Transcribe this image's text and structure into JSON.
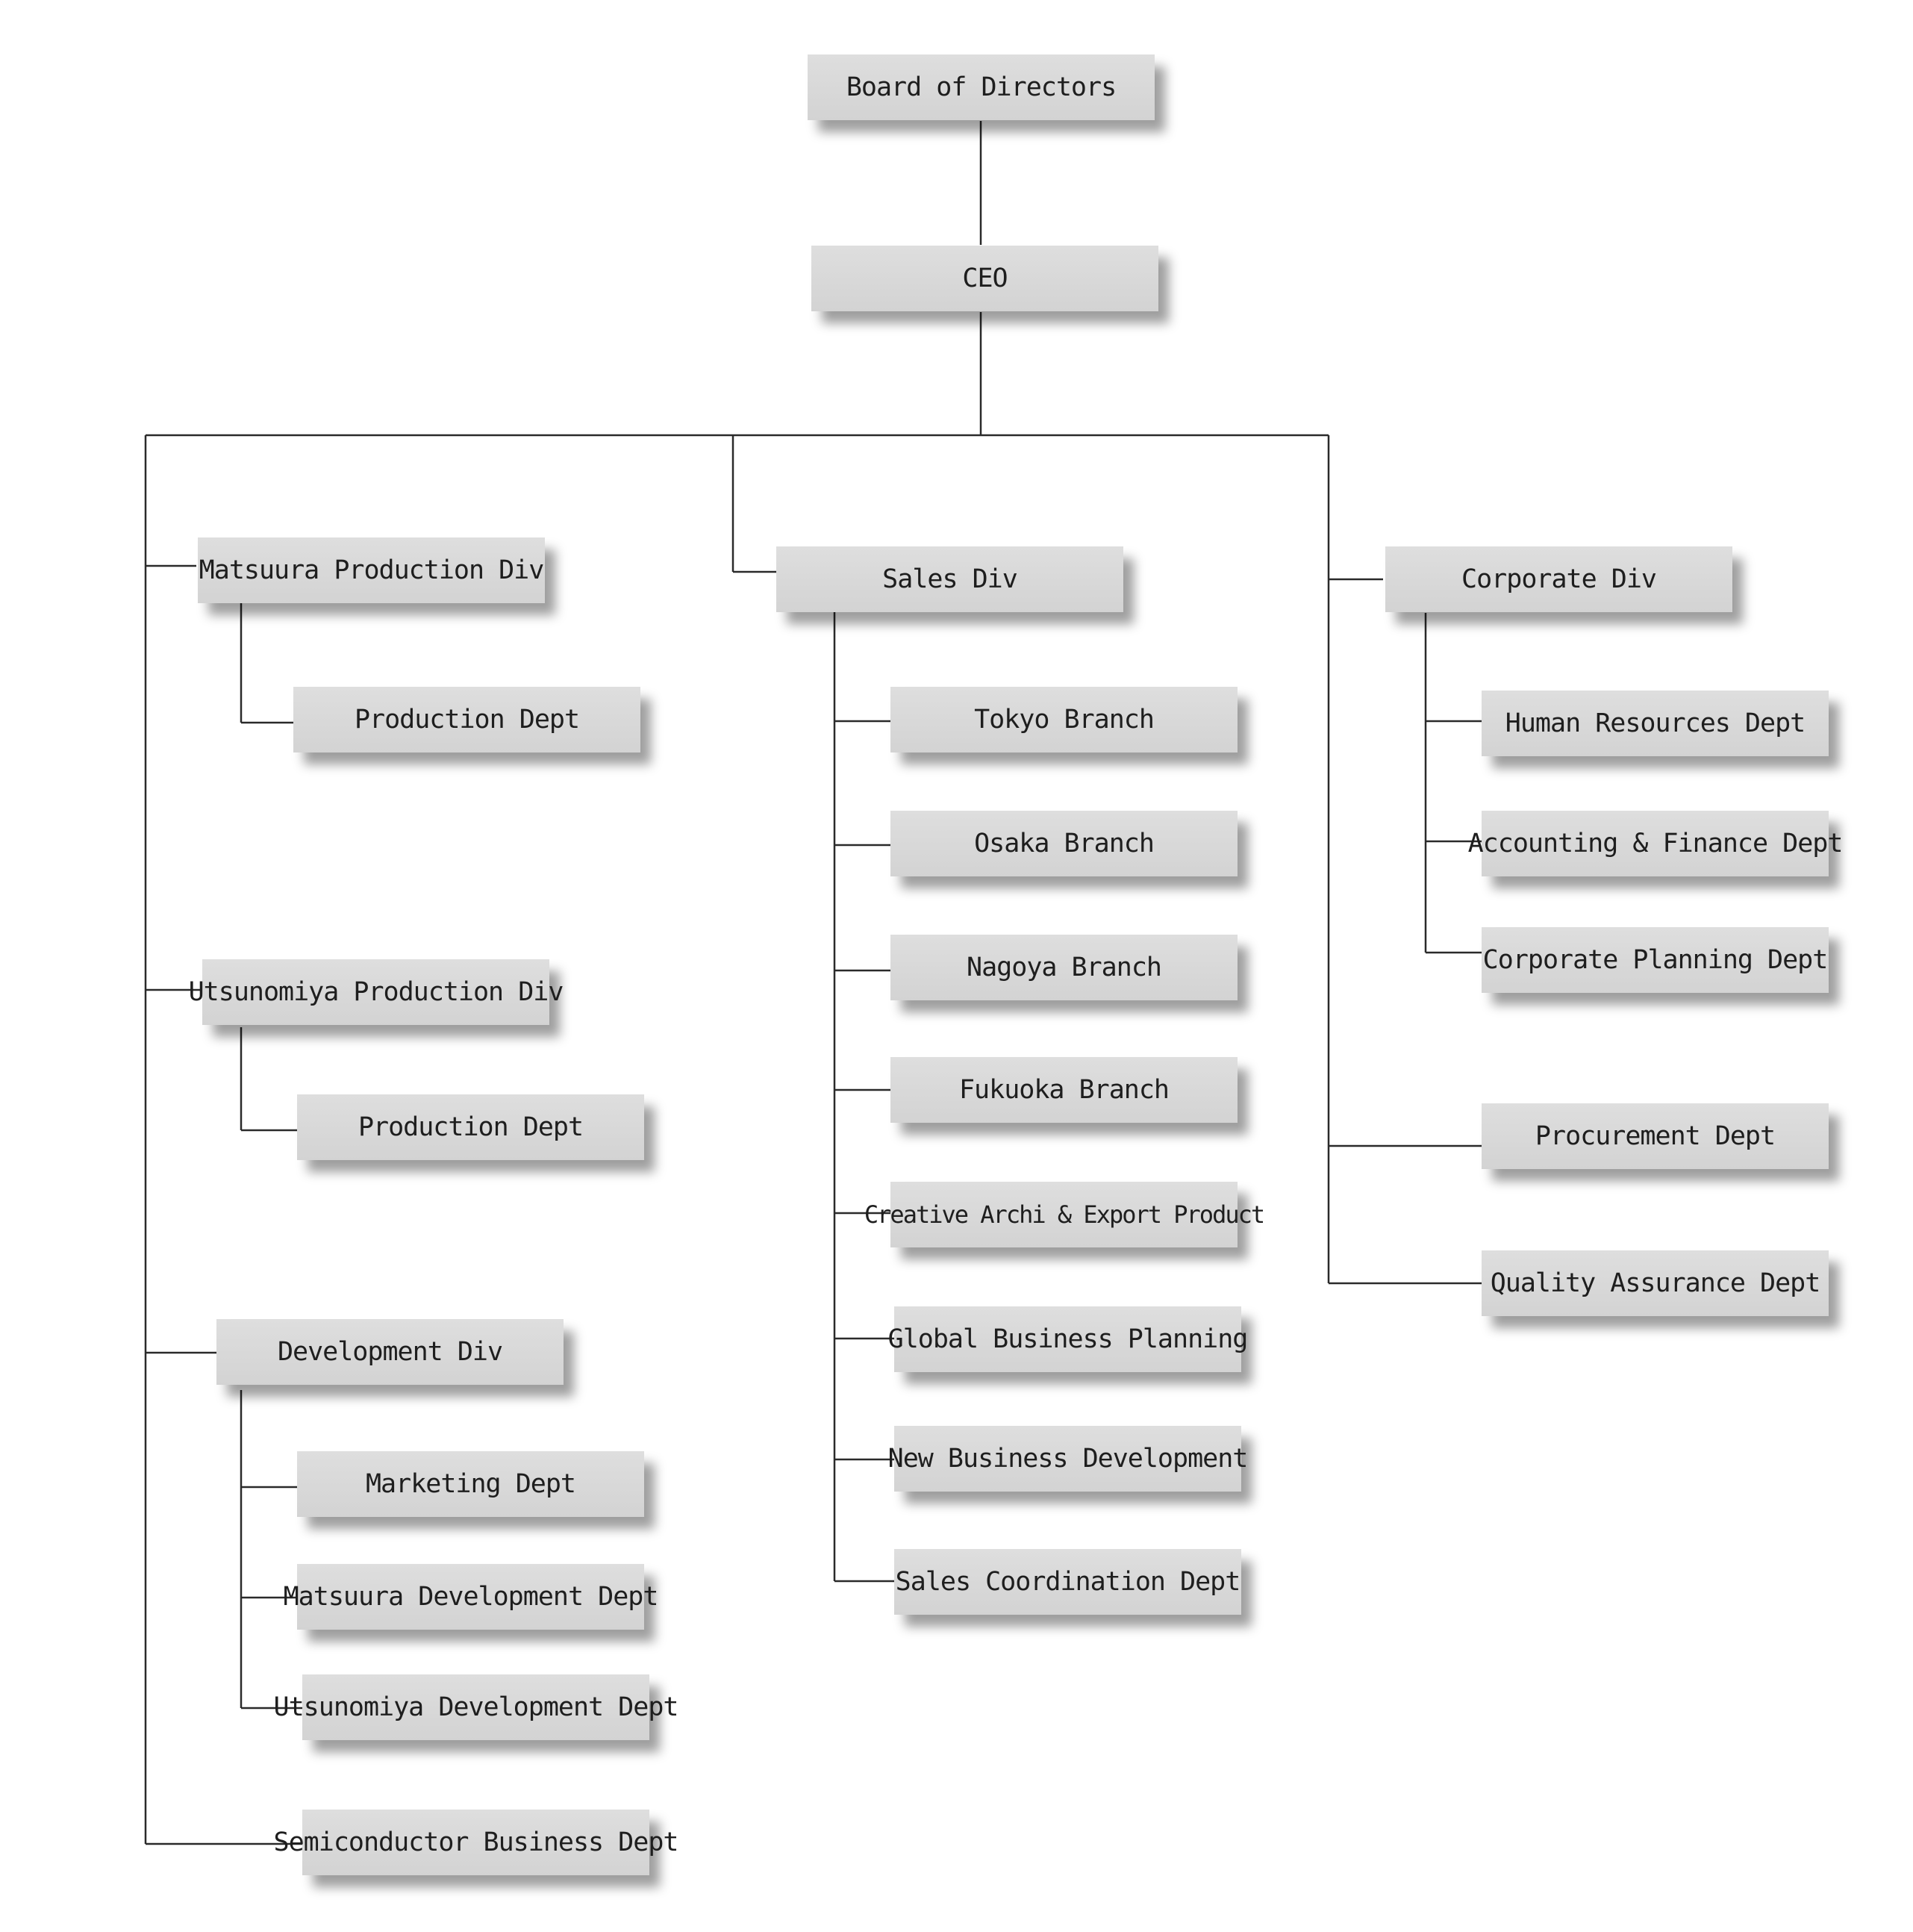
{
  "org": {
    "board": "Board of Directors",
    "ceo": "CEO",
    "divisions": {
      "matsuura_production": {
        "name": "Matsuura Production Div",
        "depts": [
          "Production Dept"
        ]
      },
      "utsunomiya_production": {
        "name": "Utsunomiya Production Div",
        "depts": [
          "Production Dept"
        ]
      },
      "development": {
        "name": "Development Div",
        "depts": [
          "Marketing Dept",
          "Matsuura Development Dept",
          "Utsunomiya Development Dept"
        ]
      },
      "semiconductor": {
        "name": "Semiconductor Business Dept"
      },
      "sales": {
        "name": "Sales Div",
        "depts": [
          "Tokyo Branch",
          "Osaka Branch",
          "Nagoya Branch",
          "Fukuoka Branch",
          "Creative Archi & Export Product",
          "Global Business Planning",
          "New Business Development",
          "Sales Coordination Dept"
        ]
      },
      "corporate": {
        "name": "Corporate Div",
        "depts": [
          "Human Resources Dept",
          "Accounting & Finance Dept",
          "Corporate Planning Dept"
        ]
      },
      "procurement": {
        "name": "Procurement Dept"
      },
      "quality_assurance": {
        "name": "Quality Assurance Dept"
      }
    }
  }
}
